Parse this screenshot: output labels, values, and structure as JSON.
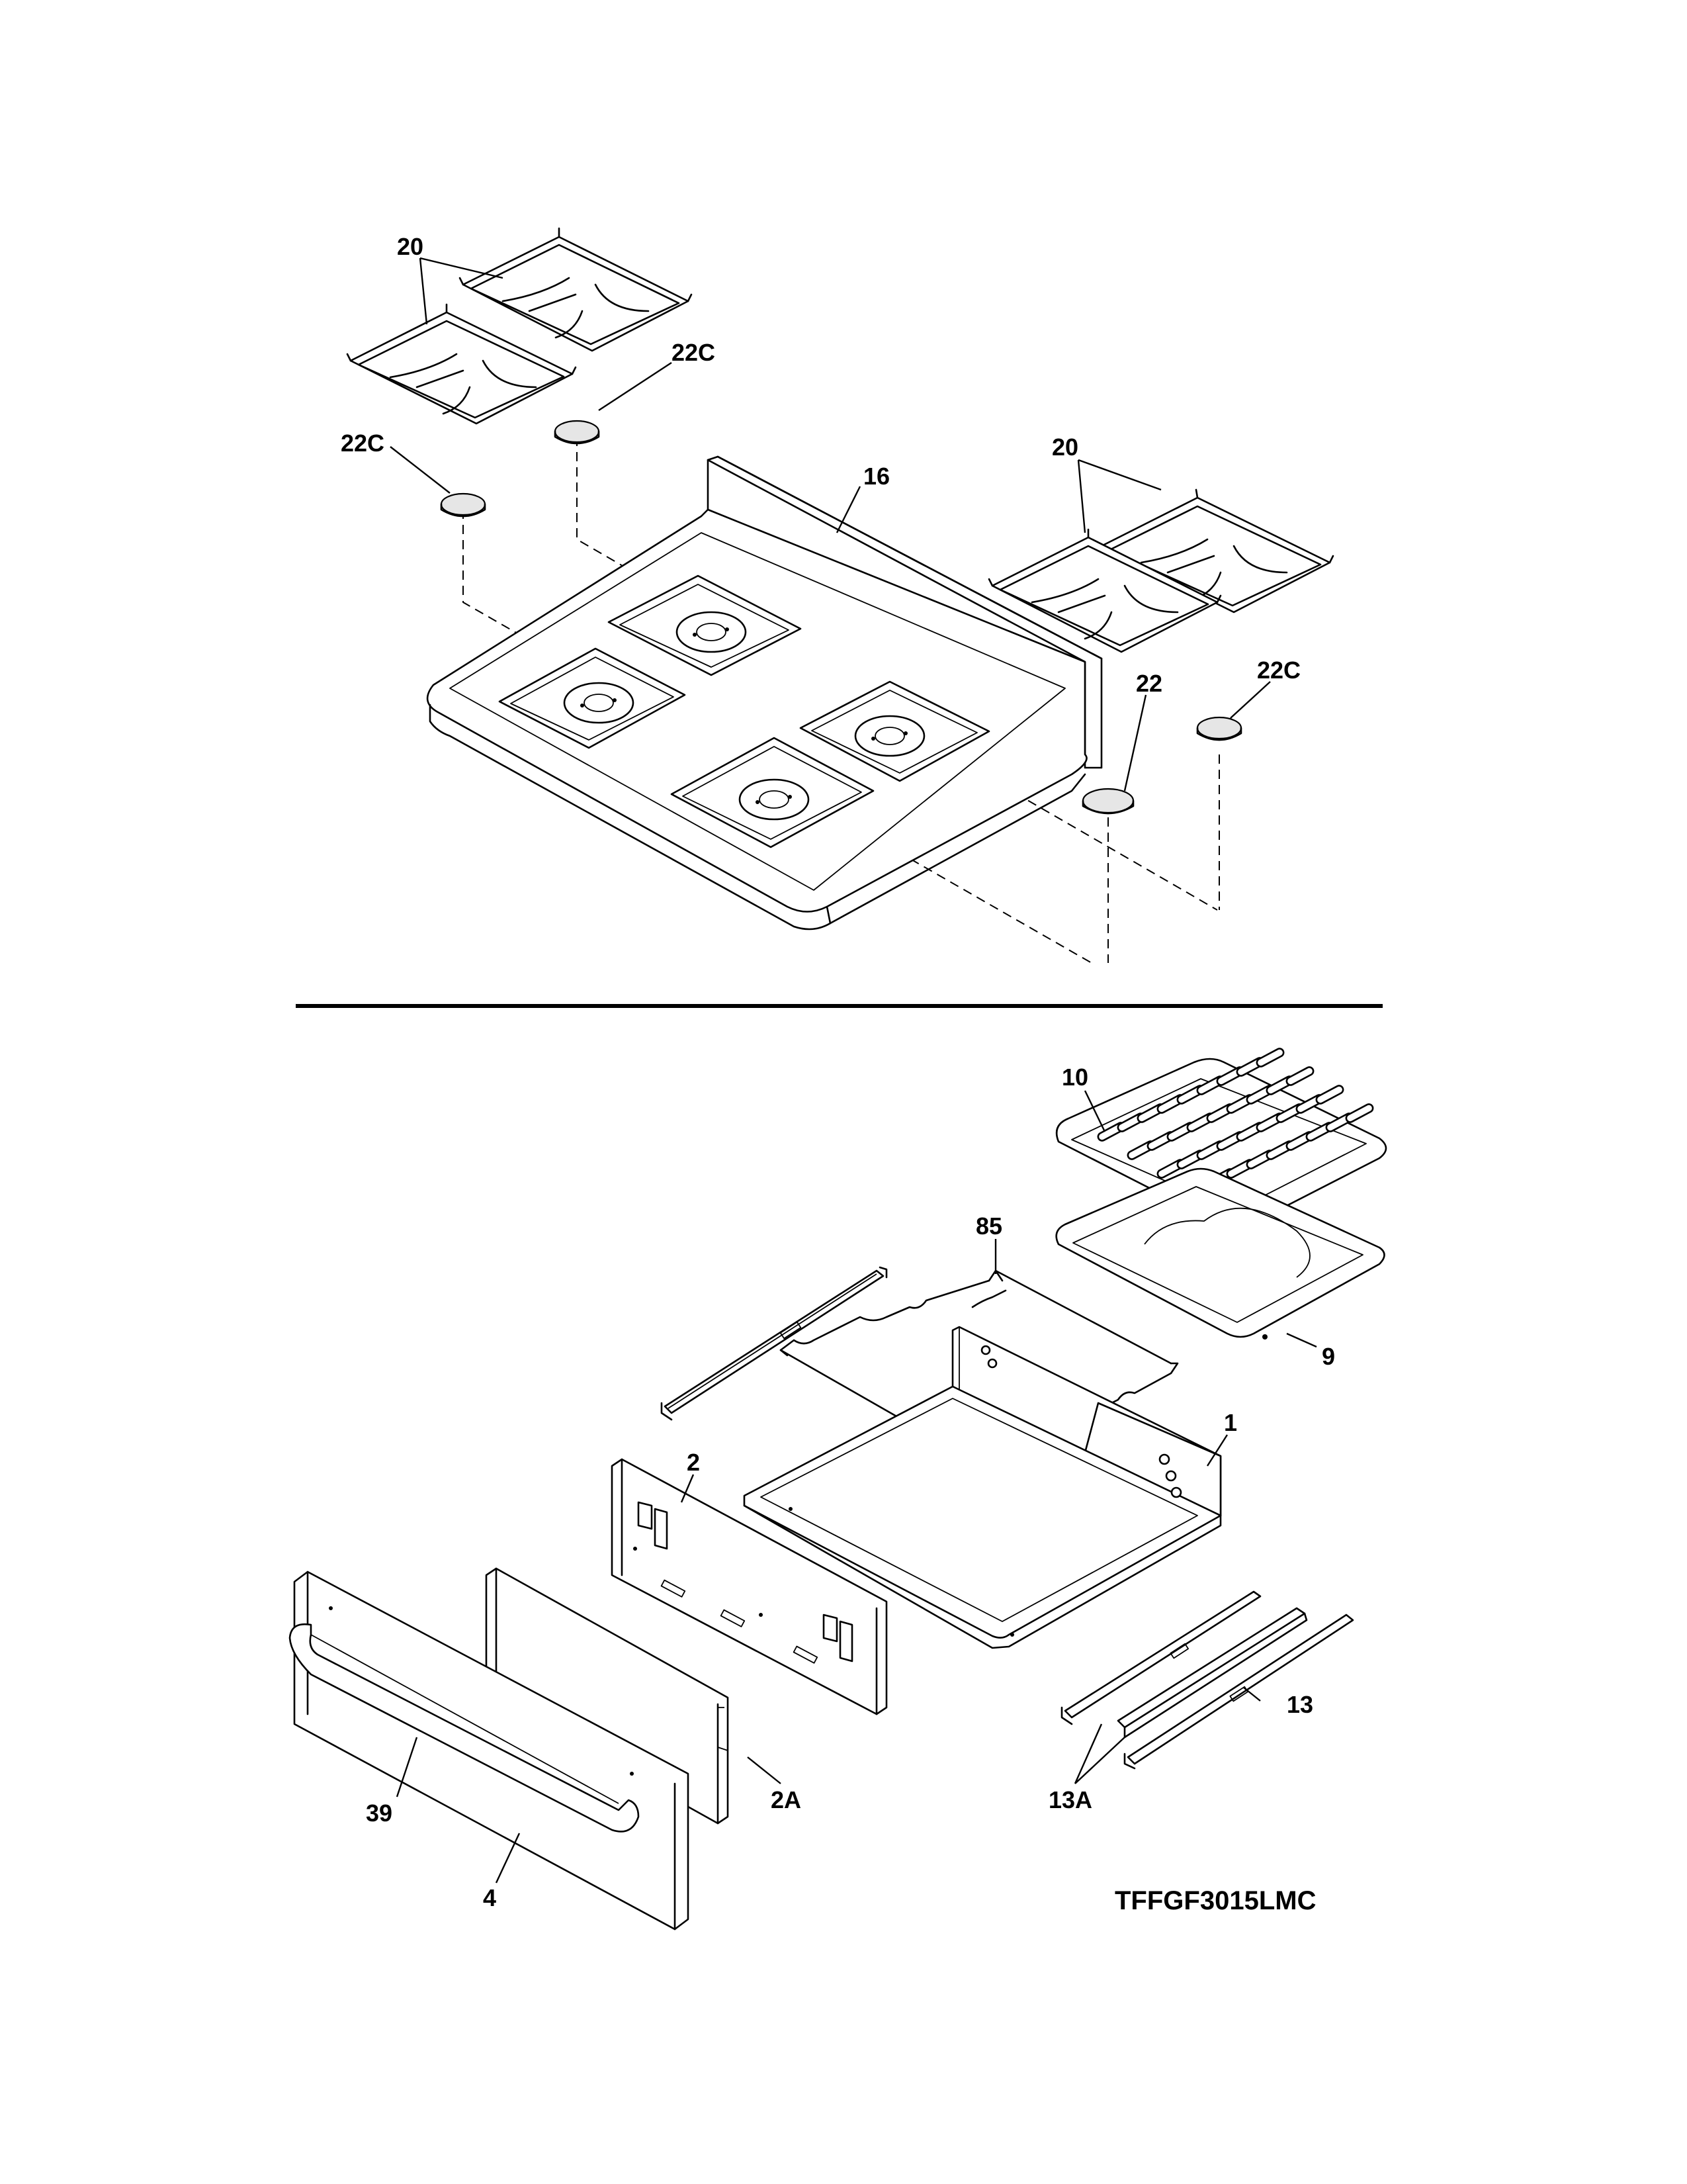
{
  "model_number": "TFFGF3015LMC",
  "callouts": {
    "c20a": "20",
    "c22c_a": "22C",
    "c22c_b": "22C",
    "c16": "16",
    "c20b": "20",
    "c22": "22",
    "c22c_c": "22C",
    "c10": "10",
    "c85": "85",
    "c9": "9",
    "c1": "1",
    "c2": "2",
    "c2a": "2A",
    "c13": "13",
    "c13a": "13A",
    "c39": "39",
    "c4": "4"
  }
}
